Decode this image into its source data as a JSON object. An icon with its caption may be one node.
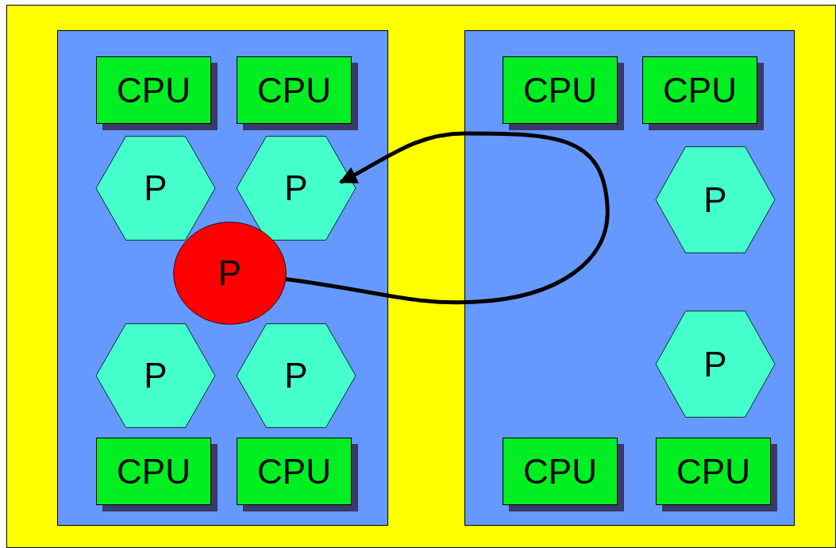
{
  "diagram": {
    "nodes": [
      {
        "text": [],
        "shape": "box"
      },
      {
        "text": [
          "CPU"
        ],
        "in": 0
      },
      {
        "text": [
          "CPU"
        ],
        "in": 0
      },
      {
        "text": [
          "P"
        ],
        "in": 0
      },
      {
        "text": [
          "P"
        ],
        "in": 0
      },
      {
        "text": [
          "P"
        ],
        "in": 0
      },
      {
        "text": [
          "P"
        ],
        "in": 0
      },
      {
        "text": [
          "P"
        ],
        "in": 0
      },
      {
        "text": [
          "CPU"
        ],
        "in": 0
      },
      {
        "text": [
          "CPU"
        ],
        "in": 0
      },
      {
        "text": [],
        "shape": "box"
      },
      {
        "text": [
          "CPU"
        ],
        "in": 10
      },
      {
        "text": [
          "CPU"
        ],
        "in": 10
      },
      {
        "text": [
          "P"
        ],
        "in": 10
      },
      {
        "text": [
          "P"
        ],
        "in": 10
      },
      {
        "text": [
          "CPU"
        ],
        "in": 10
      },
      {
        "text": [
          "CPU"
        ],
        "in": 10
      }
    ],
    "edges": [
      {
        "from": 5,
        "to": 4,
        "arrow": "to"
      }
    ]
  }
}
